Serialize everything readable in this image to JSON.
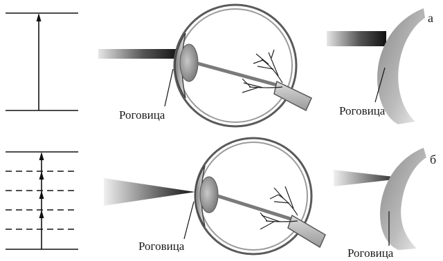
{
  "labels": {
    "cornea": "Роговица",
    "panel_a": "а",
    "panel_b": "б"
  },
  "colors": {
    "line": "#111111",
    "eye_outline": "#555555",
    "beam_dark": "#1a1a1a",
    "beam_light": "#d8d8d8"
  },
  "energy_diagrams": {
    "top": {
      "intermediate_dashed_levels": 0,
      "arrow_count": 1
    },
    "bottom": {
      "intermediate_dashed_levels": 4,
      "arrow_count": 4
    }
  }
}
